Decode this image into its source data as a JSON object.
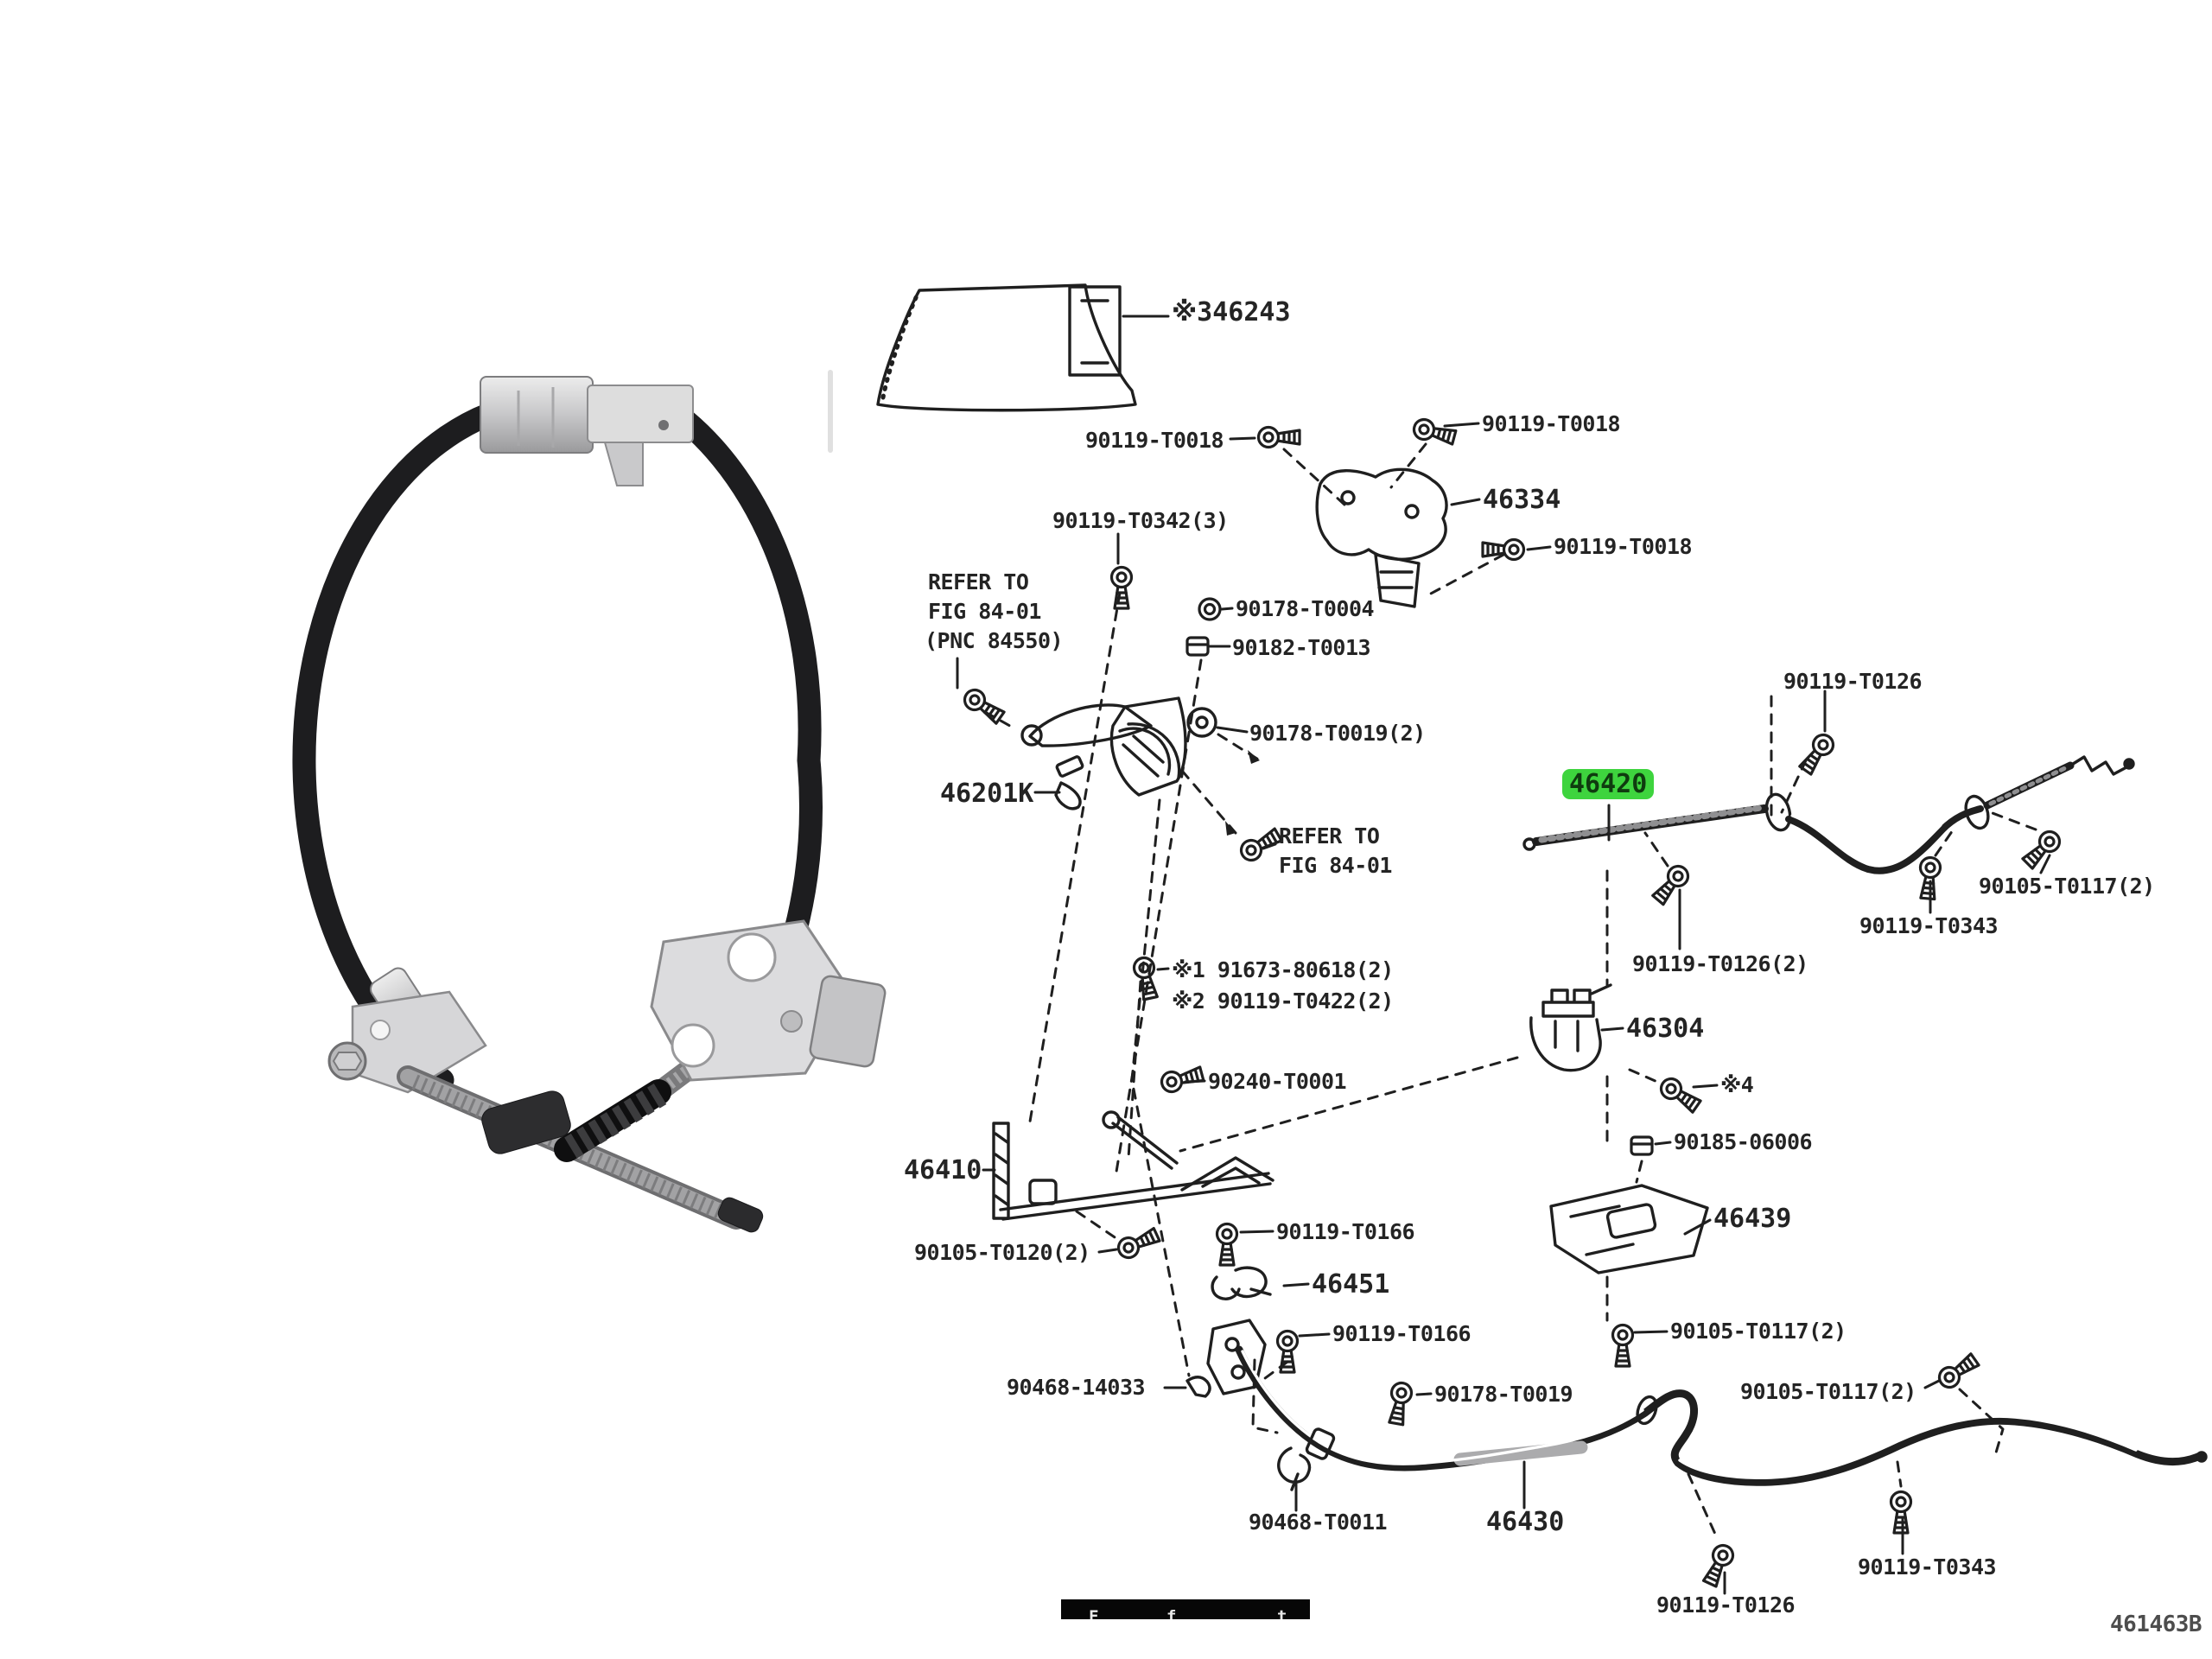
{
  "page": {
    "background": "#ffffff"
  },
  "photo": {
    "alt": "parking-brake-cable-product-photo"
  },
  "banner": {
    "fragments": [
      "F",
      "f",
      "t"
    ]
  },
  "diagram": {
    "highlight_color": "#3ed43e",
    "figure_code": "461463B",
    "labels": [
      {
        "text": "※346243"
      },
      {
        "text": "90119-T0018"
      },
      {
        "text": "90119-T0018"
      },
      {
        "text": "46334"
      },
      {
        "text": "90119-T0018"
      },
      {
        "text": "90119-T0342(3)"
      },
      {
        "text": "REFER TO"
      },
      {
        "text": "FIG 84-01"
      },
      {
        "text": "(PNC 84550)"
      },
      {
        "text": "90178-T0004"
      },
      {
        "text": "90182-T0013"
      },
      {
        "text": "90178-T0019(2)"
      },
      {
        "text": "46201K"
      },
      {
        "text": "REFER TO"
      },
      {
        "text": "FIG 84-01"
      },
      {
        "text": "90119-T0126"
      },
      {
        "text": "46420"
      },
      {
        "text": "90105-T0117(2)"
      },
      {
        "text": "90119-T0343"
      },
      {
        "text": "90119-T0126(2)"
      },
      {
        "text": "※1 91673-80618(2)"
      },
      {
        "text": "※2 90119-T0422(2)"
      },
      {
        "text": "46304"
      },
      {
        "text": "90240-T0001"
      },
      {
        "text": "※4"
      },
      {
        "text": "90185-06006"
      },
      {
        "text": "46410"
      },
      {
        "text": "46439"
      },
      {
        "text": "90119-T0166"
      },
      {
        "text": "90105-T0120(2)"
      },
      {
        "text": "46451"
      },
      {
        "text": "90119-T0166"
      },
      {
        "text": "90468-14033"
      },
      {
        "text": "90178-T0019"
      },
      {
        "text": "90105-T0117(2)"
      },
      {
        "text": "90105-T0117(2)"
      },
      {
        "text": "90468-T0011"
      },
      {
        "text": "46430"
      },
      {
        "text": "90119-T0126"
      },
      {
        "text": "90119-T0343"
      },
      {
        "text": "461463B"
      }
    ]
  }
}
